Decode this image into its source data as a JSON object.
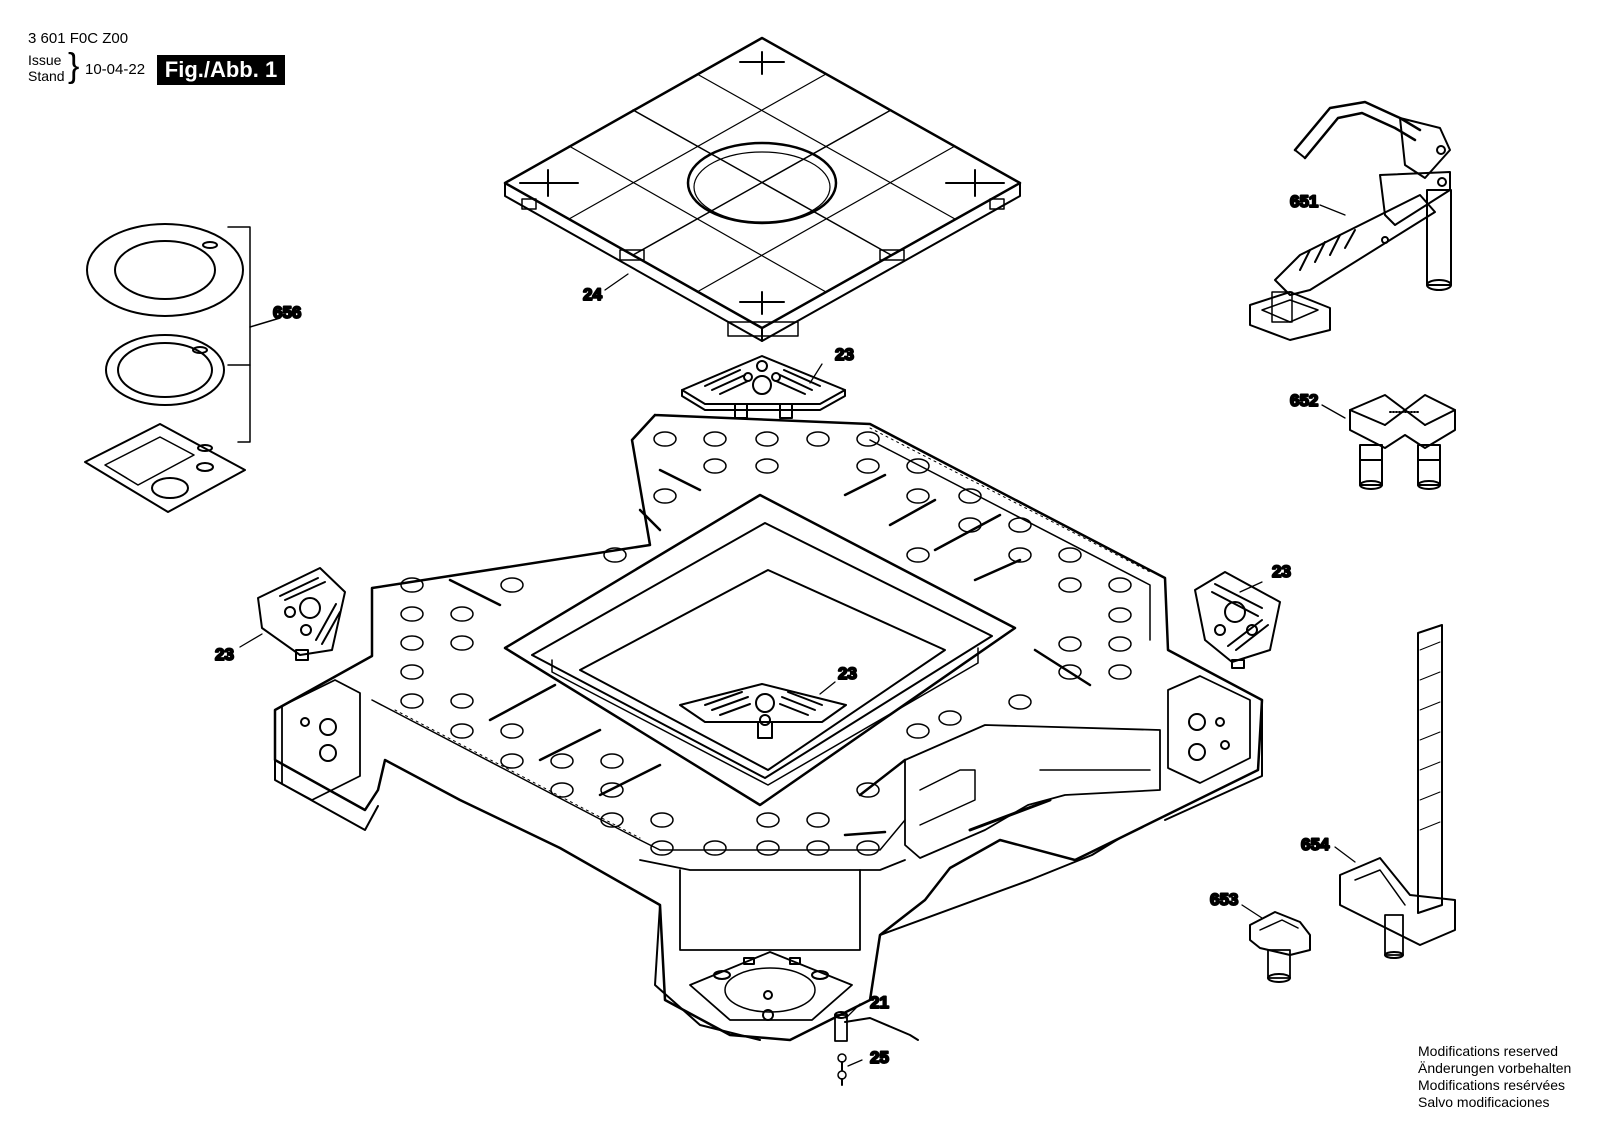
{
  "header": {
    "part_number": "3 601 F0C Z00",
    "issue_label": "Issue",
    "stand_label": "Stand",
    "date": "10-04-22",
    "figure": "Fig./Abb. 1"
  },
  "callouts": {
    "c24": "24",
    "c656": "656",
    "c23_top": "23",
    "c23_left": "23",
    "c23_right": "23",
    "c23_center": "23",
    "c651": "651",
    "c652": "652",
    "c654": "654",
    "c653": "653",
    "c21": "21",
    "c25": "25"
  },
  "footer": {
    "lines": [
      "Modifications reserved",
      "Änderungen vorbehalten",
      "Modifications resérvées",
      "Salvo modificaciones"
    ]
  }
}
